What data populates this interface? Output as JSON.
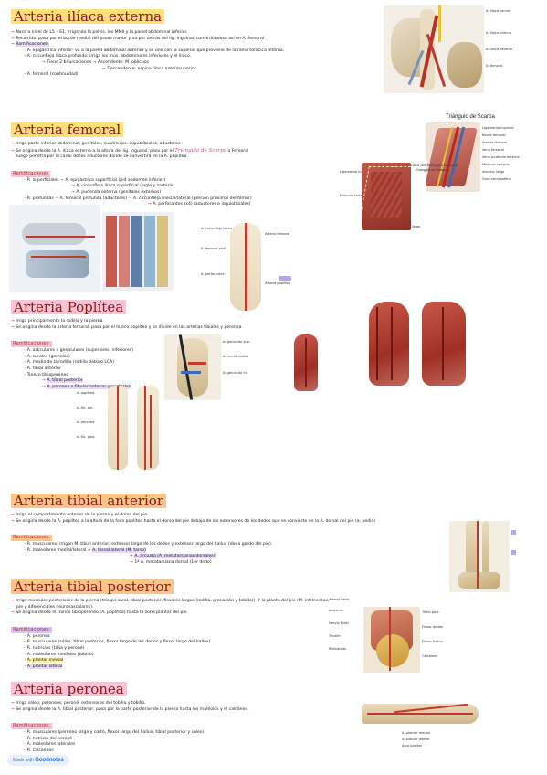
{
  "sections": {
    "iliaca": {
      "title": "Arteria ilíaca externa",
      "lines": [
        "Nace a nivel de L5 – S1, irrigando la pelvis, los MMII y la pared abdominal inferior.",
        "Recorrido: pasa por el borde medial del psoas mayor y va por detrás del lig. inguinal, convirtiéndose así en A. femoral",
        "Ramificaciones:",
        "A. epigástrica inferior: va a la pared abdominal anterior y se une con la superior que proviene de la rama torácica interna.",
        "A. circunfleja ilíaca profunda: irriga los mús. abdominales inferiores y el ilíaco.",
        "Tiene 2 bifurcaciones",
        "Ascendente: M. oblicuos",
        "Descendente: espina ilíaca anterosuperior.",
        "A. femoral (continuidad)"
      ]
    },
    "femoral": {
      "title": "Arteria femoral",
      "lines": [
        "Irriga parte inferior abdominal, genitales, cuadríceps, isquiotibiales, aductores.",
        "Se origina desde la A. ilíaca externa a la altura del lig. inguinal, pasa por el",
        "Triángulo de Scarpa",
        "o Femoral",
        "luego penetra por el canal de los aductores donde se convertirá en la A. poplítea.",
        "Ramificaciones",
        "R. superficiales",
        "A. epigástrica superficial (pid abdomen inferior)",
        "A. circunfleja ilíaca superficial (ingle y sartorio)",
        "A. pudenda externa (genitales externos)",
        "R. profundas",
        "A. femoral profunda (aductores)",
        "A. circunfleja mesial/lateral (porción proximal del fémur)",
        "A. perforantes (x4) (aductores e isquiotibiales)"
      ]
    },
    "poplitea": {
      "title": "Arteria Poplítea",
      "lines": [
        "Irriga principalmente la rodilla y la pierna.",
        "Se origina desde la arteria femoral, pasa por el hueco poplíteo y se divide en las arterias tibiales y peronea.",
        "Ramificaciones:",
        "A. articulares o geniculares (superiores, inferiores)",
        "A. surales (gemelos)",
        "A. media de la rodilla (rodilla debajo LCA)",
        "A. tibial anterior",
        "Tronco tibioperoneo",
        "A. tibial posterior",
        "A. peronea o fibular anterior y posterior."
      ]
    },
    "tibial_anterior": {
      "title": "Arteria tibial anterior",
      "lines": [
        "Irriga el compartimento anterior de la pierna y el dorso del pie.",
        "Se origina desde la A. poplítea a la altura de la fosa poplítea hasta el dorso del pie debajo de los extensores de los dedos que se convierte en la A. dorsal del pie (a. pedia)",
        "Ramificaciones:",
        "R. musculares: irrigan M. tibial anterior, extensor largo de los dedos y extensor largo del hallux (dedo gordo del pie).",
        "R. maleolares medial/lateral",
        "A. tarsal lateral (M. tarso)",
        "A. arcuata (A. metatarsianas dorsales)",
        "1ª A. metatarsiana dorsal (1er dedo)"
      ]
    },
    "tibial_posterior": {
      "title": "Arteria tibial posterior",
      "lines": [
        "Irriga músculos posteriores de la pierna (tríceps sural, tibial posterior, flexores largos (rodilla, pronación y tobillo)). Y la planta del pie (M. intrínsecos,",
        "pie y diferenciales neurovasculares).",
        "Se origina desde el tronco tibioperoneo (A. poplítea) hasta la zona plantar del pie.",
        "Ramificaciones:",
        "A. peronea",
        "R. musculares (sóleo, tibial posterior, flexor largo de los dedos y flexor largo del hallux)",
        "R. nutricias (tibia y peroné)",
        "A. maleolares mediales (tobillo)",
        "A. plantar medial",
        "A. plantar lateral"
      ]
    },
    "peronea": {
      "title": "Arteria peronea",
      "lines": [
        "Irriga sóleo, peroneos, peroné, extensores del tobillo y tobillo.",
        "Se origina desde la A. tibial posterior, pasa por la parte posterior de la pierna hasta los maléolos y el calcáneo.",
        "Ramificaciones:",
        "R. musculares (peroneo largo y corto, flexor largo del hallux, tibial posterior y sóleo)",
        "R. nutricia del peroné",
        "A. maleolares laterales",
        "R. calcáneos"
      ]
    }
  },
  "figures": {
    "scarpa_title": "Triángulo de Scarpa",
    "bordes_title": "Bordes del triángulo femoral",
    "bordes_sub": "(triángulo de Scarpa)",
    "ligamento": "Ligamento inguinal",
    "musculo_sartorio": "Músculo sartorio",
    "aductor_largo": "Aductor largo"
  },
  "footer": {
    "made_with": "Made with",
    "app": "Goodnotes"
  },
  "colors": {
    "title_text": "#8a1a1a",
    "highlight_yellow": "#fde07a",
    "highlight_pink": "#f9c3d6",
    "highlight_orange": "#fbc58a",
    "bullet_red": "#c0392b"
  }
}
